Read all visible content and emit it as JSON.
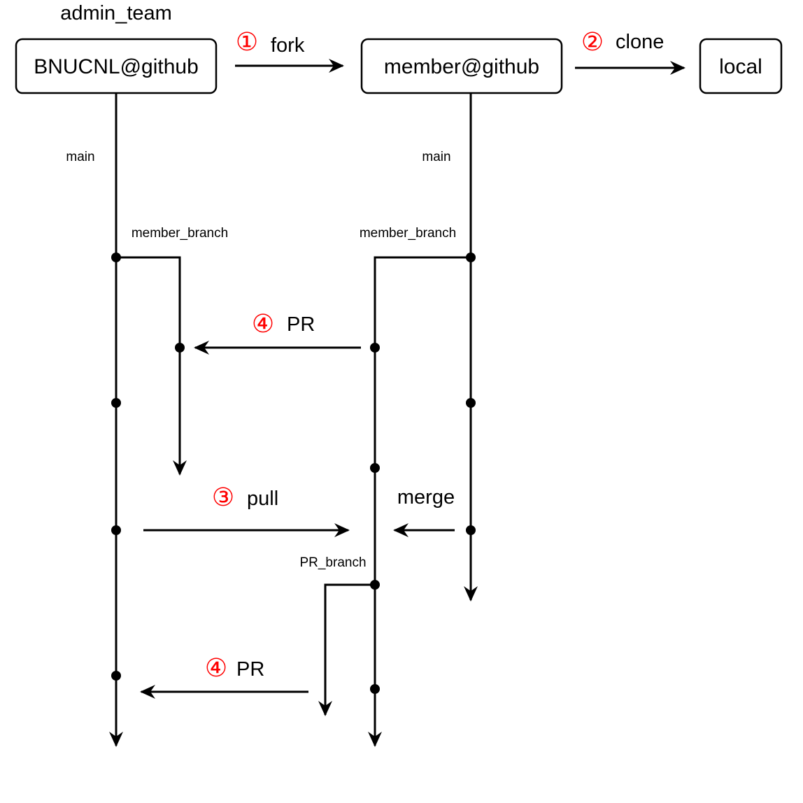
{
  "colors": {
    "line": "#000000",
    "step_number": "#ff0000",
    "background": "#ffffff"
  },
  "header": {
    "group_label": "admin_team"
  },
  "nodes": {
    "upstream": "BNUCNL@github",
    "fork": "member@github",
    "local": "local"
  },
  "steps": {
    "fork": {
      "number": "①",
      "label": "fork"
    },
    "clone": {
      "number": "②",
      "label": "clone"
    },
    "pull": {
      "number": "③",
      "label": "pull"
    },
    "pr_top": {
      "number": "④",
      "label": "PR"
    },
    "pr_bottom": {
      "number": "④",
      "label": "PR"
    },
    "merge": {
      "label": "merge"
    }
  },
  "branches": {
    "upstream_main": "main",
    "fork_main": "main",
    "upstream_member_branch": "member_branch",
    "fork_member_branch": "member_branch",
    "pr_branch": "PR_branch"
  }
}
